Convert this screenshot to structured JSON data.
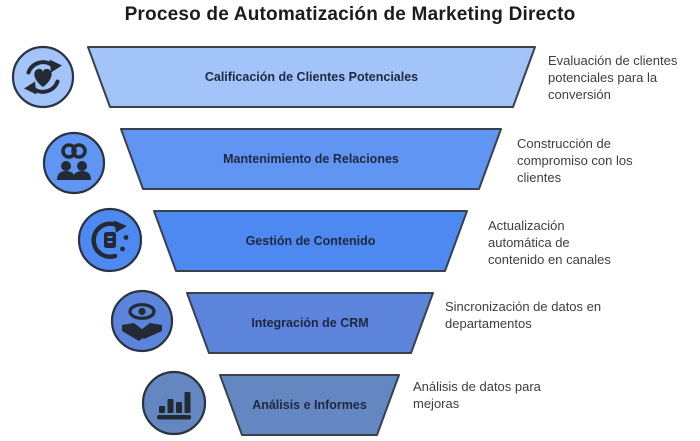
{
  "title": "Proceso de Automatización de Marketing Directo",
  "stages": [
    {
      "label": "Calificación de Clientes Potenciales",
      "description": "Evaluación de clientes potenciales para la conversión",
      "color": "#a2c4f9",
      "icon": "heart-cycle-icon"
    },
    {
      "label": "Mantenimiento de Relaciones",
      "description": "Construcción de compromiso con los clientes",
      "color": "#6095f3",
      "icon": "people-sync-icon"
    },
    {
      "label": "Gestión de Contenido",
      "description": "Actualización automática de contenido en canales",
      "color": "#4d89f0",
      "icon": "content-refresh-icon"
    },
    {
      "label": "Integración de CRM",
      "description": "Sincronización de datos en departamentos",
      "color": "#5b84da",
      "icon": "handshake-eye-icon"
    },
    {
      "label": "Análisis e Informes",
      "description": "Análisis de datos para mejoras",
      "color": "#6487c1",
      "icon": "bar-chart-icon"
    }
  ],
  "colors": {
    "outline": "#3a414d",
    "icon_glyph": "#242a33",
    "title_text": "#1c1c1c",
    "label_text": "#1f2840",
    "description_text": "#3e3e3e",
    "background": "#ffffff"
  }
}
